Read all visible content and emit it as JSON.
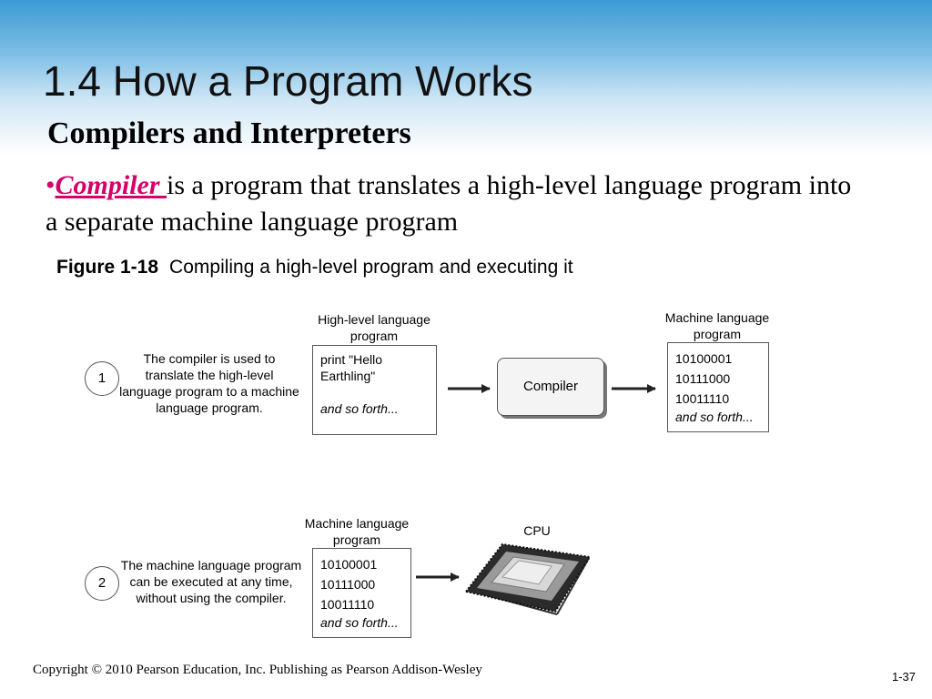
{
  "slide": {
    "title": "1.4 How a Program Works",
    "subtitle": "Compilers and Interpreters",
    "bullet": {
      "marker": "•",
      "term": "Compiler ",
      "text": "is a program that translates a high-level language program into a separate machine language program"
    },
    "figure": {
      "label": "Figure 1-18",
      "caption": "Compiling a high-level program and executing it",
      "step1": {
        "number": "1",
        "description": "The compiler is used to translate the high-level language program to a machine language program.",
        "source_heading": "High-level language program",
        "source_lines": [
          "print \"Hello",
          "Earthling\""
        ],
        "source_more": "and so forth...",
        "compiler_label": "Compiler",
        "output_heading": "Machine language program",
        "output_lines": [
          "10100001",
          "10111000",
          "10011110"
        ],
        "output_more": "and so forth..."
      },
      "step2": {
        "number": "2",
        "description": "The machine language program can be executed at any time, without using the compiler.",
        "program_heading": "Machine language program",
        "program_lines": [
          "10100001",
          "10111000",
          "10011110"
        ],
        "program_more": "and so forth...",
        "cpu_label": "CPU"
      }
    },
    "footer": "Copyright © 2010 Pearson Education, Inc. Publishing as Pearson Addison-Wesley",
    "page_number": "1-37",
    "colors": {
      "accent": "#d6006b",
      "header_blue": "#3c9ad3"
    }
  }
}
